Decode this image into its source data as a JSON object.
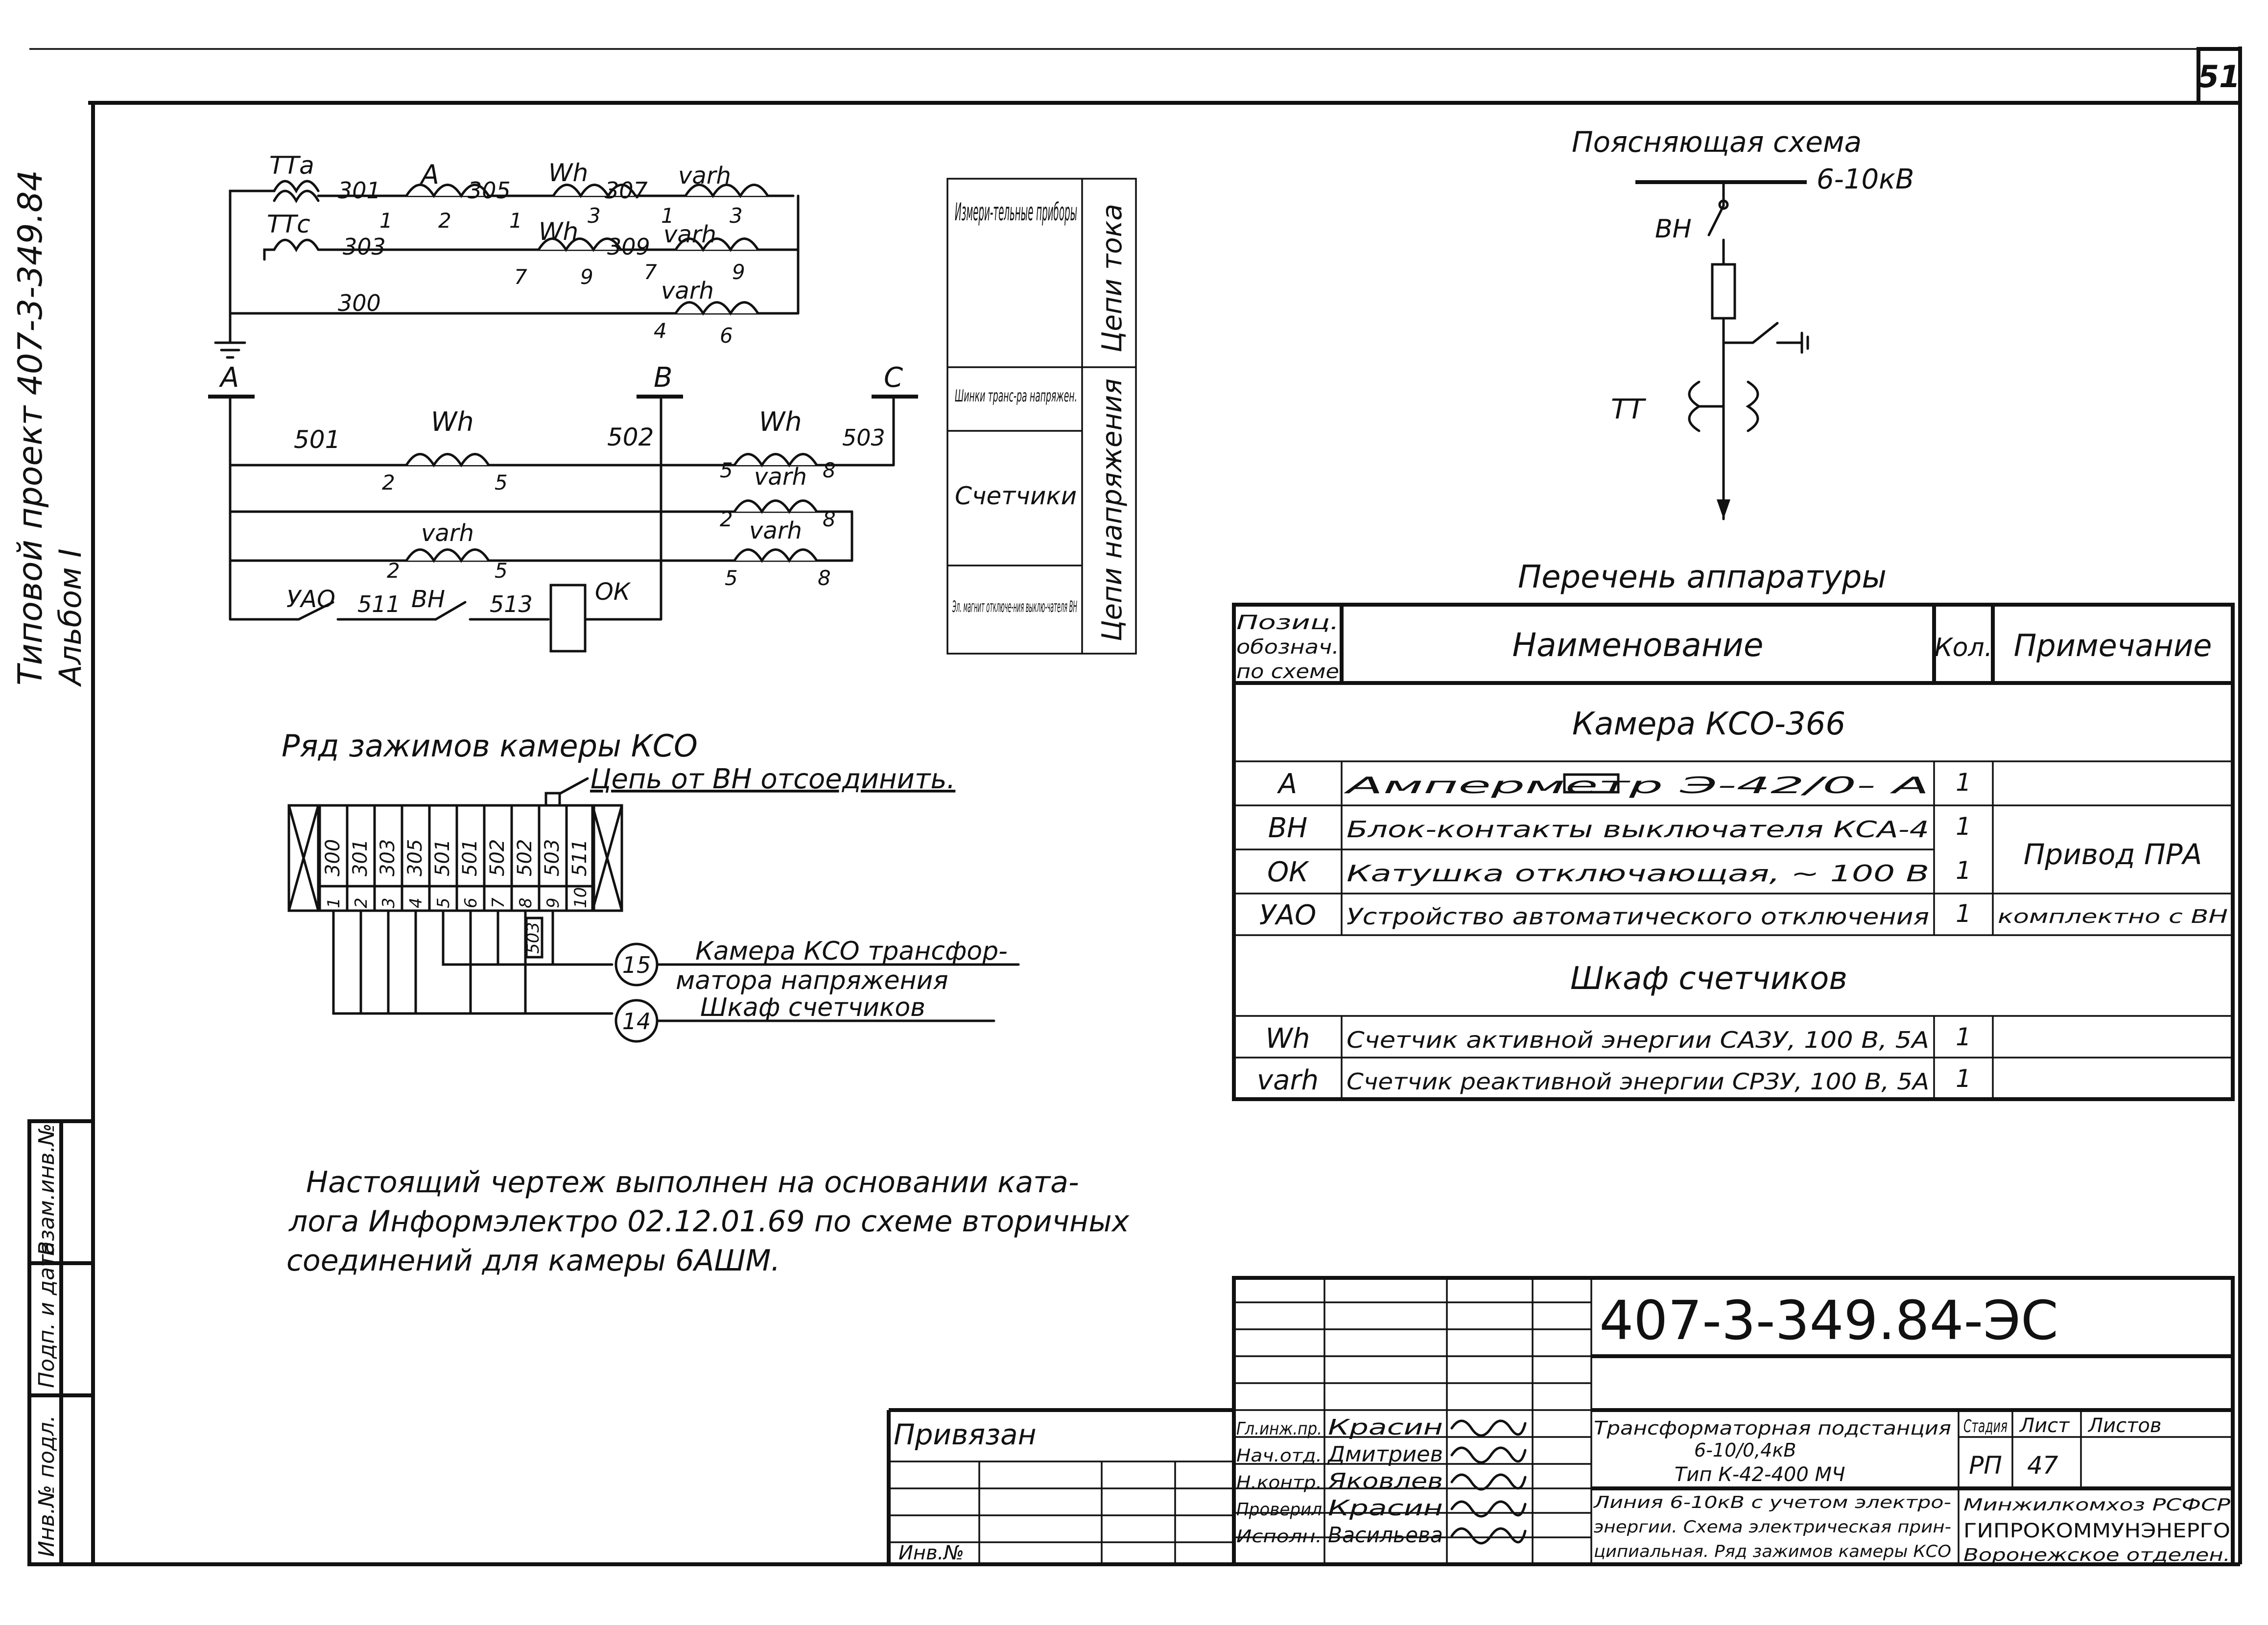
{
  "sheet_number": "51",
  "left_margin": {
    "project_line1": "Типовой проект 407-3-349.84",
    "project_line2": "Альбом I",
    "inv_labels": [
      "Инв.№ подл.",
      "Подп. и дата",
      "Взам.инв.№"
    ]
  },
  "explanatory_scheme": {
    "title": "Поясняющая схема",
    "voltage": "6-10кВ",
    "labels": {
      "switch": "ВН",
      "ct": "ТТ"
    }
  },
  "current_circuit": {
    "ct_labels": [
      "ТТа",
      "ТТс"
    ],
    "wire_numbers": [
      "301",
      "305",
      "307",
      "303",
      "309",
      "300"
    ],
    "device_labels": [
      "A",
      "Wh",
      "varh",
      "Wh",
      "varh",
      "varh"
    ],
    "terminal_numbers": [
      "1",
      "2",
      "1",
      "3",
      "1",
      "3",
      "7",
      "9",
      "7",
      "9",
      "4",
      "6"
    ]
  },
  "voltage_circuit": {
    "phases": [
      "A",
      "B",
      "C"
    ],
    "wire_numbers": [
      "501",
      "502",
      "503",
      "511",
      "513"
    ],
    "device_labels": [
      "Wh",
      "Wh",
      "varh",
      "varh",
      "varh",
      "УАО",
      "ВН",
      "ОК"
    ],
    "terminal_numbers": [
      "2",
      "5",
      "5",
      "8",
      "2",
      "8",
      "2",
      "5",
      "5",
      "8"
    ]
  },
  "side_legend": {
    "rows": [
      "Измери-тельные приборы",
      "Шинки транс-ра напряжен.",
      "Счетчики",
      "Эл. магнит отключе-ния выклю-чателя ВН"
    ],
    "vertical_labels": [
      "Цепи тока",
      "Цепи напряжения"
    ]
  },
  "terminal_row": {
    "title": "Ряд зажимов камеры КСО",
    "note": "Цепь от ВН отсоединить.",
    "top_labels": [
      "300",
      "301",
      "303",
      "305",
      "501",
      "501",
      "502",
      "502",
      "503",
      "511"
    ],
    "bottom_numbers": [
      "1",
      "2",
      "3",
      "4",
      "5",
      "6",
      "7",
      "8",
      "9",
      "10"
    ],
    "extra_label": "503",
    "connections": [
      {
        "num": "15",
        "text1": "Камера КСО трансфор-",
        "text2": "матора напряжения"
      },
      {
        "num": "14",
        "text1": "Шкаф счетчиков",
        "text2": ""
      }
    ]
  },
  "equipment_list": {
    "title": "Перечень аппаратуры",
    "headers": {
      "pos": "Позиц. обознач. по схеме",
      "name": "Наименование",
      "qty": "Кол.",
      "note": "Примечание"
    },
    "section1": "Камера КСО-366",
    "section2": "Шкаф счетчиков",
    "rows1": [
      {
        "pos": "А",
        "name": "Амперметр Э-42/0-   А",
        "qty": "1"
      },
      {
        "pos": "ВН",
        "name": "Блок-контакты выключателя КСА-4",
        "qty": "1"
      },
      {
        "pos": "ОК",
        "name": "Катушка отключающая, ~ 100 В",
        "qty": "1"
      },
      {
        "pos": "УАО",
        "name": "Устройство автоматического отключения",
        "qty": "1"
      }
    ],
    "merged_note": "Привод ПРА",
    "uao_note": "комплектно с ВН",
    "rows2": [
      {
        "pos": "Wh",
        "name": "Счетчик активной энергии САЗУ, 100 В, 5А",
        "qty": "1"
      },
      {
        "pos": "varh",
        "name": "Счетчик реактивной энергии СРЗУ, 100 В, 5А",
        "qty": "1"
      }
    ]
  },
  "note": {
    "line1": "Настоящий чертеж выполнен на основании ката-",
    "line2": "лога Информэлектро 02.12.01.69 по схеме вторичных",
    "line3": "соединений для камеры 6АШМ."
  },
  "title_block": {
    "doc_code": "407-3-349.84-ЭС",
    "privyazan": "Привязан",
    "inv_no": "Инв.№",
    "roles": [
      "Гл.инж.пр.",
      "Нач.отд.",
      "Н.контр.",
      "Проверил",
      "Исполн."
    ],
    "names": [
      "Красин",
      "Дмитриев",
      "Яковлев",
      "Красин",
      "Васильева"
    ],
    "object_title": [
      "Трансформаторная подстанция",
      "6-10/0,4кВ",
      "Тип К-42-400 МЧ"
    ],
    "drawing_title": [
      "Линия 6-10кВ с учетом электро-",
      "энергии. Схема электрическая прин-",
      "ципиальная. Ряд зажимов камеры КСО"
    ],
    "headers": [
      "Стадия",
      "Лист",
      "Листов"
    ],
    "stage": "РП",
    "sheet": "47",
    "org": [
      "Минжилкомхоз РСФСР",
      "ГИПРОКОММУНЭНЕРГО",
      "Воронежское отделен."
    ]
  }
}
